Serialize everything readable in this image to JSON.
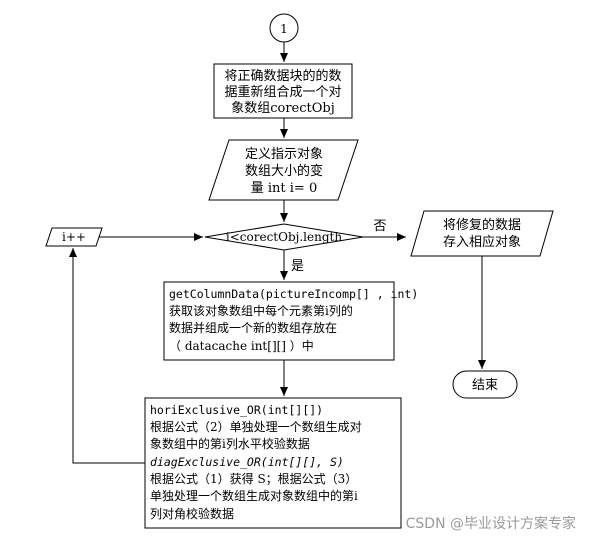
{
  "start_connector": "1",
  "step1": [
    "将正确数据块的的数",
    "据重新组合成一个对",
    "象数组corectObj"
  ],
  "step2": [
    "定义指示对象",
    "数组大小的变",
    "量 int i= 0"
  ],
  "decision": "i<corectObj.length",
  "label_no": "否",
  "label_yes": "是",
  "increment": "i++",
  "store": [
    "将修复的数据",
    "存入相应对象"
  ],
  "end": "结束",
  "step3": [
    "getColumnData(pictureIncomp[] , int)",
    "获取该对象数组中每个元素第i列的",
    "数据并组成一个新的数组存放在",
    "（ datacache int[][] ）中"
  ],
  "step4": {
    "line1": "horiExclusive_OR(int[][])",
    "line2": "根据公式（2）单独处理一个数组生成对",
    "line3": "象数组中的第i列水平校验数据",
    "line4": "diagExclusive_OR(int[][], S)",
    "line5": "根据公式（1）获得  S；根据公式（3）",
    "line6": "单独处理一个数组生成对象数组中的第i",
    "line7": "列对角校验数据"
  },
  "watermark": "CSDN @毕业设计方案专家"
}
